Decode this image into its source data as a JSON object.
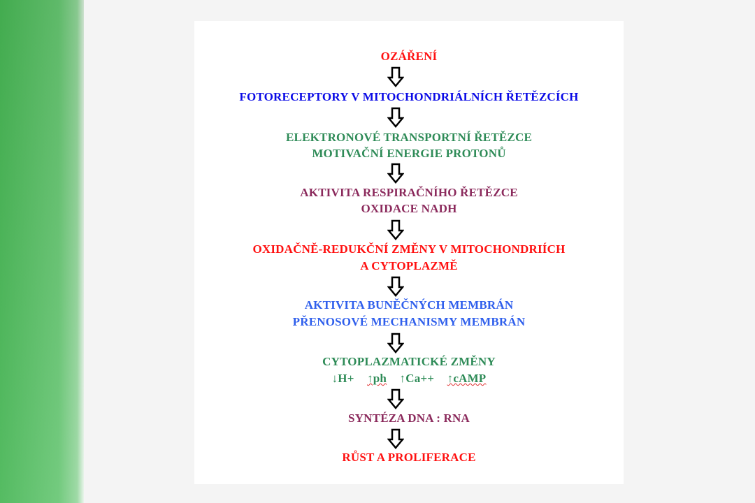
{
  "steps": [
    {
      "lines": [
        "OZÁŘENÍ"
      ]
    },
    {
      "lines": [
        "FOTORECEPTORY V MITOCHONDRIÁLNÍCH ŘETĚZCÍCH"
      ]
    },
    {
      "lines": [
        "ELEKTRONOVÉ TRANSPORTNÍ ŘETĚZCE",
        "MOTIVAČNÍ ENERGIE PROTONŮ"
      ]
    },
    {
      "lines": [
        "AKTIVITA RESPIRAČNÍHO ŘETĚZCE",
        "OXIDACE NADH"
      ]
    },
    {
      "lines": [
        "OXIDAČNĚ-REDUKČNÍ ZMĚNY V MITOCHONDRIÍCH",
        "A CYTOPLAZMĚ"
      ]
    },
    {
      "lines": [
        "AKTIVITA BUNĚČNÝCH MEMBRÁN",
        "PŘENOSOVÉ MECHANISMY MEMBRÁN"
      ]
    },
    {
      "lines": [
        "CYTOPLAZMATICKÉ ZMĚNY"
      ],
      "ions": [
        "↓H+",
        "↑ph",
        "↑Ca++",
        "↑cAMP"
      ]
    },
    {
      "lines": [
        "SYNTÉZA DNA : RNA"
      ]
    },
    {
      "lines": [
        "RŮST A PROLIFERACE"
      ]
    }
  ],
  "colors": {
    "red": "#ff1010",
    "blue": "#0a0ae6",
    "green": "#2e8b57",
    "purple": "#8b2a5c",
    "light_blue": "#2f5fec",
    "sidebar": "#5cbf68"
  }
}
